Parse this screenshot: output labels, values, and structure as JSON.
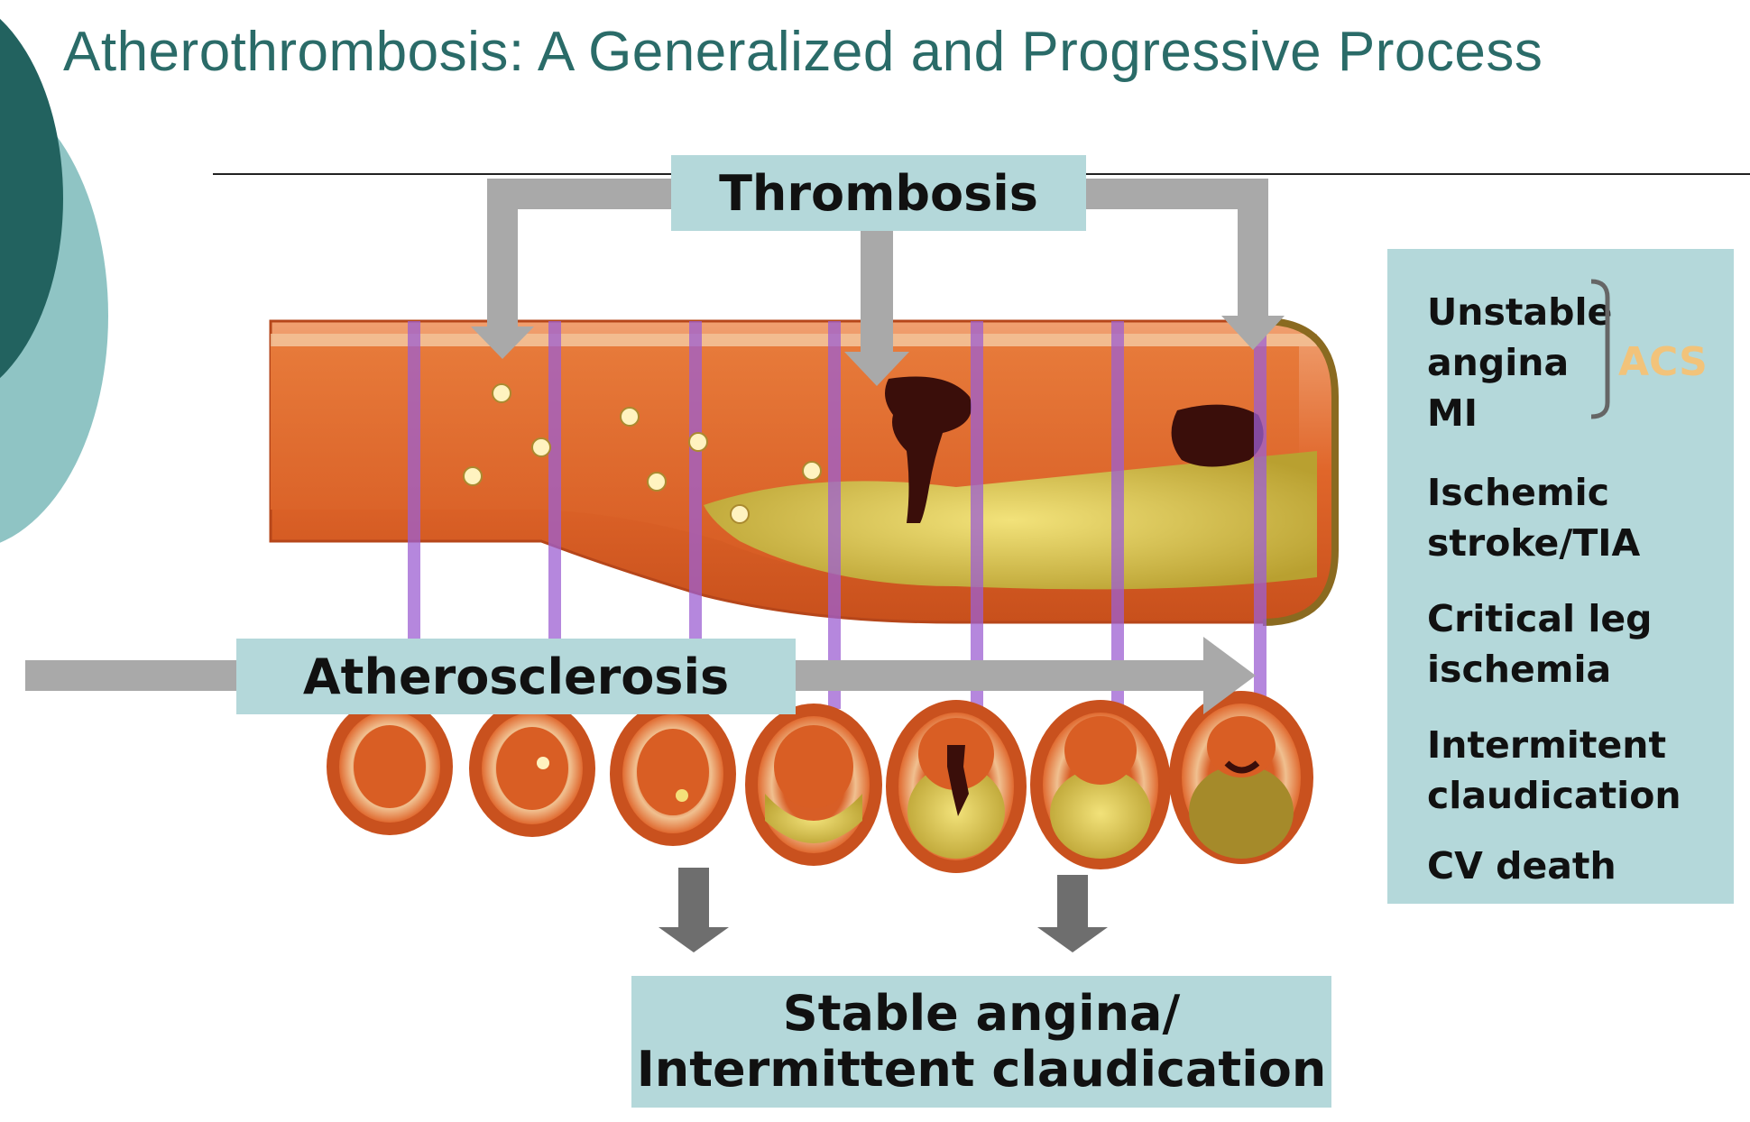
{
  "title": "Atherothrombosis: A Generalized and Progressive Process",
  "labels": {
    "thrombosis": "Thrombosis",
    "atherosclerosis": "Atherosclerosis",
    "stable_line1": "Stable angina/",
    "stable_line2": "Intermittent claudication"
  },
  "outcomes": {
    "acs_group": [
      "Unstable",
      "angina",
      "MI"
    ],
    "acs_label": "ACS",
    "items": [
      [
        "Ischemic",
        "stroke/TIA"
      ],
      [
        "Critical leg",
        "ischemia"
      ],
      [
        "Intermitent",
        "claudication"
      ],
      [
        "CV death"
      ]
    ]
  },
  "colors": {
    "box": "#b4d8da",
    "title": "#2a6b68",
    "acs": "#f2c37a",
    "arrow": "#a9a9a9",
    "artery": "#d9642e",
    "plaque": "#d8c24a",
    "clot": "#3a0e0a"
  }
}
